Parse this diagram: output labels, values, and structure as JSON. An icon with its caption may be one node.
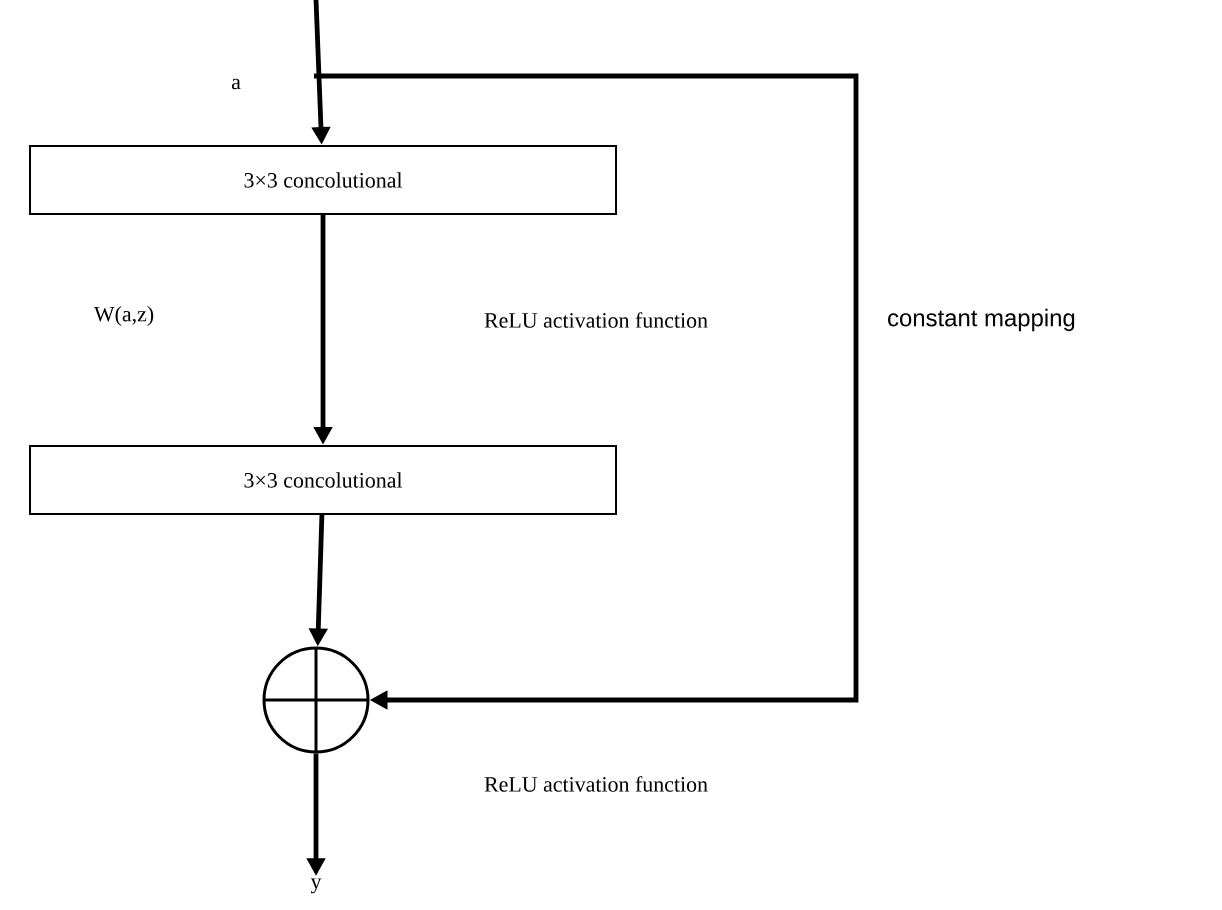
{
  "diagram": {
    "nodes": [
      {
        "text": [
          "3×3 concolutional"
        ]
      },
      {
        "text": [
          "3×3 concolutional"
        ]
      },
      {
        "text": [],
        "shape": "circle"
      },
      {
        "text": [
          "y"
        ]
      }
    ],
    "edges": [
      {
        "from": null,
        "to": 0,
        "arrow": "to"
      },
      {
        "from": 0,
        "to": 1,
        "arrow": "to"
      },
      {
        "from": 1,
        "to": 2,
        "arrow": "to"
      },
      {
        "from": 2,
        "to": 3,
        "arrow": "to"
      },
      {
        "from": null,
        "to": 2,
        "arrow": "to",
        "label": "constant mapping"
      }
    ],
    "labels": [
      "a",
      "W(a,z)",
      "ReLU activation function",
      "ReLU activation function"
    ]
  }
}
